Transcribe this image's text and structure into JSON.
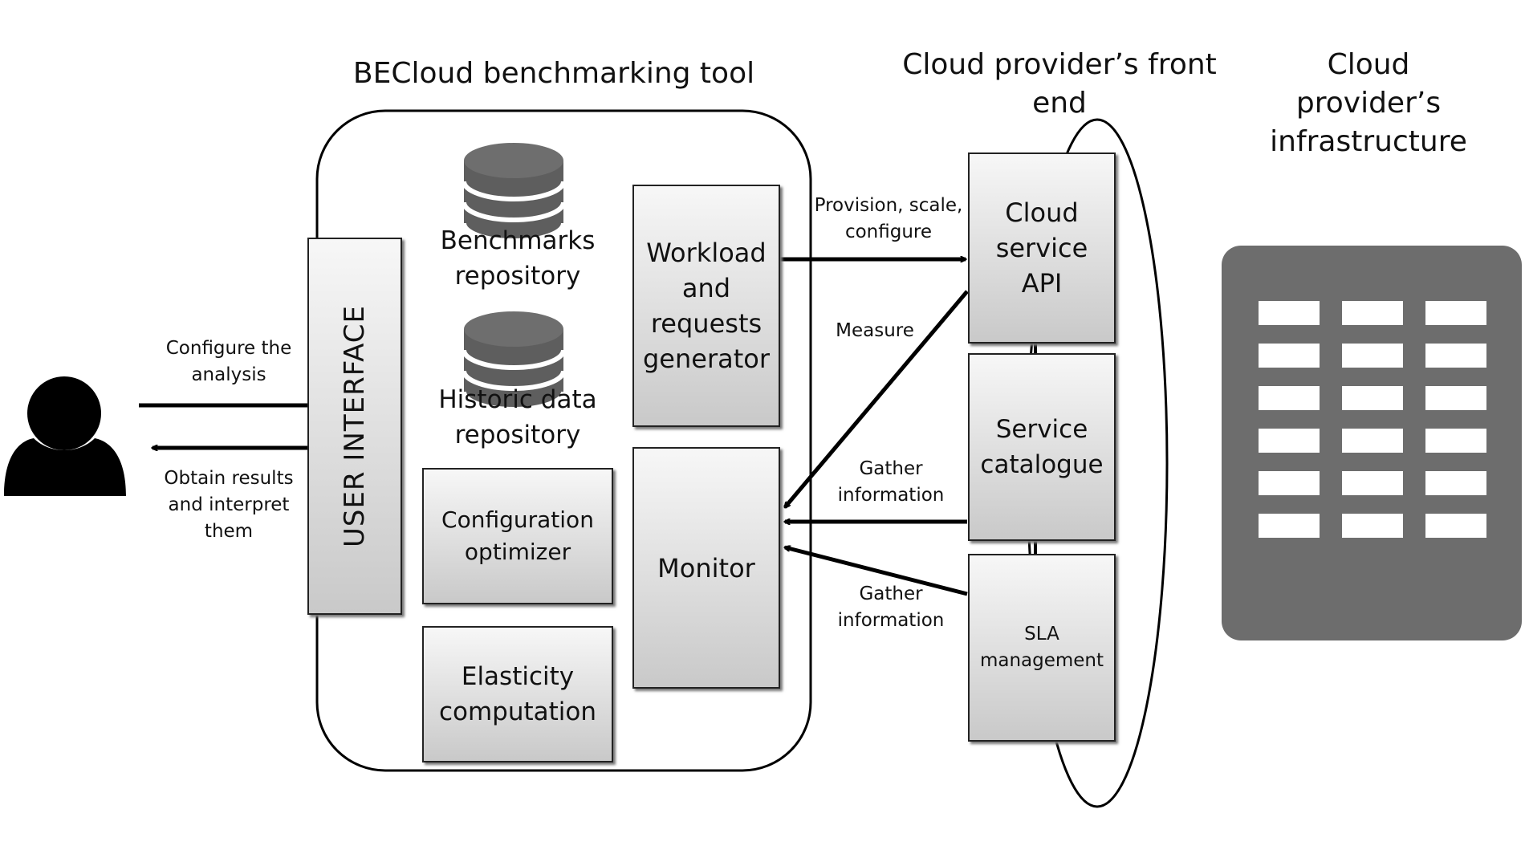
{
  "headings": {
    "tool": "BECloud benchmarking tool",
    "front_end": "Cloud provider’s front end",
    "infrastructure": "Cloud provider’s infrastructure"
  },
  "tool": {
    "user_interface": "USER INTERFACE",
    "benchmarks_repository": "Benchmarks repository",
    "historic_repository": "Historic data repository",
    "workload_generator": "Workload and requests generator",
    "monitor": "Monitor",
    "configuration_optimizer": "Configuration optimizer",
    "elasticity_computation": "Elasticity computation"
  },
  "front_end": {
    "cloud_service_api": "Cloud service API",
    "service_catalogue": "Service catalogue",
    "sla_management": "SLA management"
  },
  "edge_labels": {
    "configure": "Configure the analysis",
    "obtain": "Obtain results and interpret them",
    "provision": "Provision, scale, configure",
    "measure": "Measure",
    "gather1": "Gather information",
    "gather2": "Gather information"
  },
  "colors": {
    "infrastructure_fill": "#6d6d6d",
    "box_gradient_top": "#f7f7f7",
    "box_gradient_bottom": "#c9c9c9"
  },
  "icons": [
    "user-icon",
    "database-icon",
    "server-rack-icon"
  ]
}
